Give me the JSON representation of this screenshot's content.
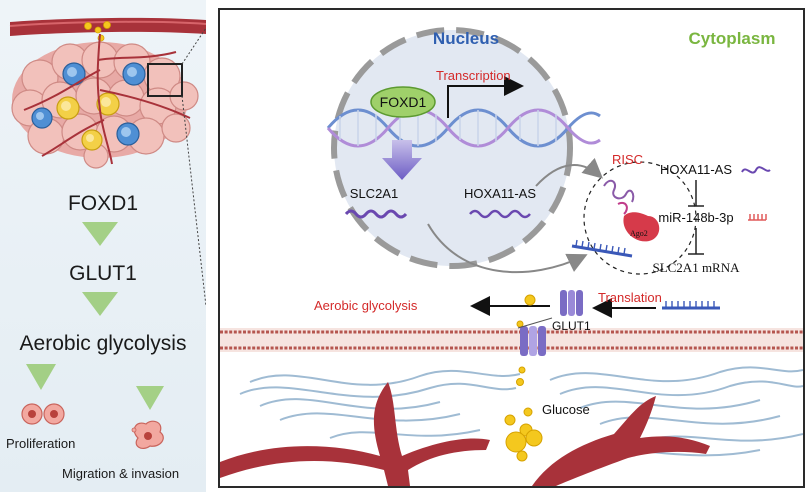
{
  "left": {
    "step1": "FOXD1",
    "step2": "GLUT1",
    "step3": "Aerobic glycolysis",
    "outcome_left": "Proliferation",
    "outcome_right": "Migration & invasion"
  },
  "main": {
    "nucleus_label": "Nucleus",
    "cytoplasm_label": "Cytoplasm",
    "transcription_label": "Transcription",
    "foxd1_label": "FOXD1",
    "slc2a1_label": "SLC2A1",
    "hoxa11as_label": "HOXA11-AS",
    "risc_label": "RISC",
    "ago2_label": "Ago2",
    "hoxa11as_right": "HOXA11-AS",
    "mir_label": "miR-148b-3p",
    "mrna_label": "SLC2A1 mRNA",
    "translation_label": "Translation",
    "aerobic_label": "Aerobic glycolysis",
    "glut1_label": "GLUT1",
    "glucose_label": "Glucose"
  },
  "colors": {
    "nucleus_title": "#2f5fb0",
    "cytoplasm_title": "#7ab640",
    "red_text": "#d42a2a",
    "membrane": "#b5564f",
    "rna_purple": "#6a48b0",
    "glucose": "#f4c81e",
    "vessel": "#a8323a",
    "fiber": "#8fb0cc"
  }
}
